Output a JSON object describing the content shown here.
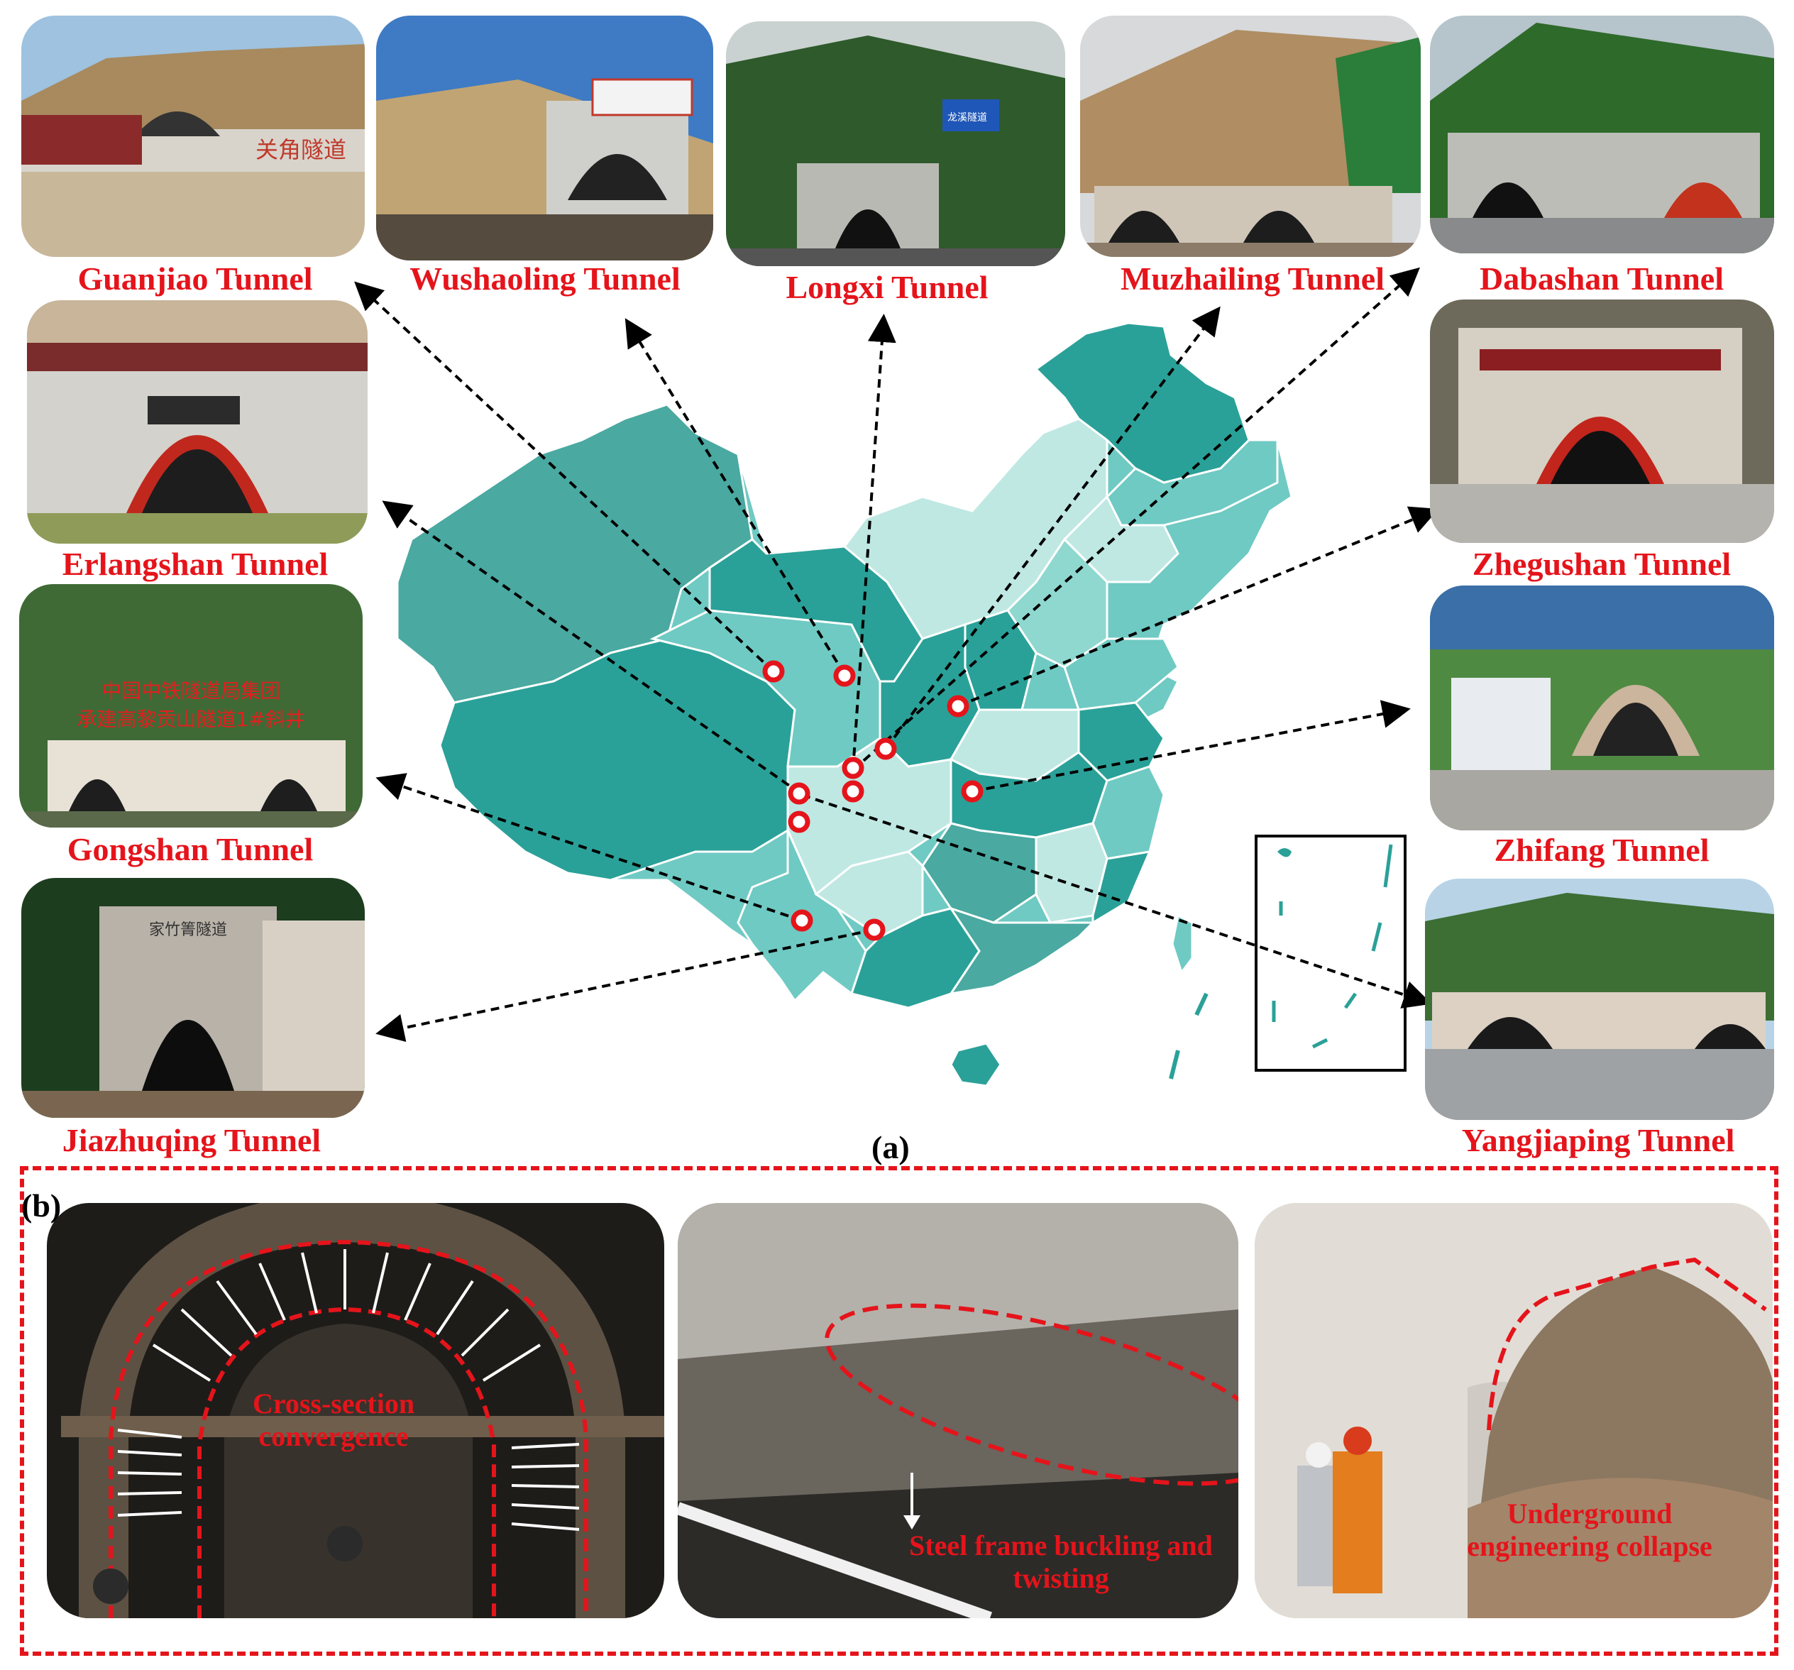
{
  "panels": {
    "a_label": "(a)",
    "b_label": "(b)"
  },
  "tunnels": [
    {
      "id": "guanjiao",
      "label": "Guanjiao Tunnel"
    },
    {
      "id": "wushaoling",
      "label": "Wushaoling Tunnel"
    },
    {
      "id": "longxi",
      "label": "Longxi Tunnel"
    },
    {
      "id": "muzhailing",
      "label": "Muzhailing Tunnel"
    },
    {
      "id": "dabashan",
      "label": "Dabashan Tunnel"
    },
    {
      "id": "erlangshan",
      "label": "Erlangshan Tunnel"
    },
    {
      "id": "zhegushan",
      "label": "Zhegushan Tunnel"
    },
    {
      "id": "gongshan",
      "label": "Gongshan Tunnel"
    },
    {
      "id": "zhifang",
      "label": "Zhifang Tunnel"
    },
    {
      "id": "jiazhuqing",
      "label": "Jiazhuqing Tunnel"
    },
    {
      "id": "yangjiaping",
      "label": "Yangjiaping Tunnel"
    }
  ],
  "failures": [
    {
      "id": "convergence",
      "label": "Cross-section convergence"
    },
    {
      "id": "buckling",
      "label": "Steel frame buckling and twisting"
    },
    {
      "id": "collapse",
      "label": "Underground engineering collapse"
    }
  ],
  "photo_signs": {
    "guanjiao": "关角隧道",
    "gongshan_line1": "中国中铁隧道局集团",
    "gongshan_line2": "承建高黎贡山隧道1#斜井",
    "jiazhuqing": "家竹箐隧道",
    "longxi": "龙溪隧道"
  },
  "colors": {
    "caption": "#e5141b",
    "marker": "#e5141b",
    "map_dark": "#2aa198",
    "map_mid": "#6fcac3",
    "map_light": "#bfe8e3"
  }
}
